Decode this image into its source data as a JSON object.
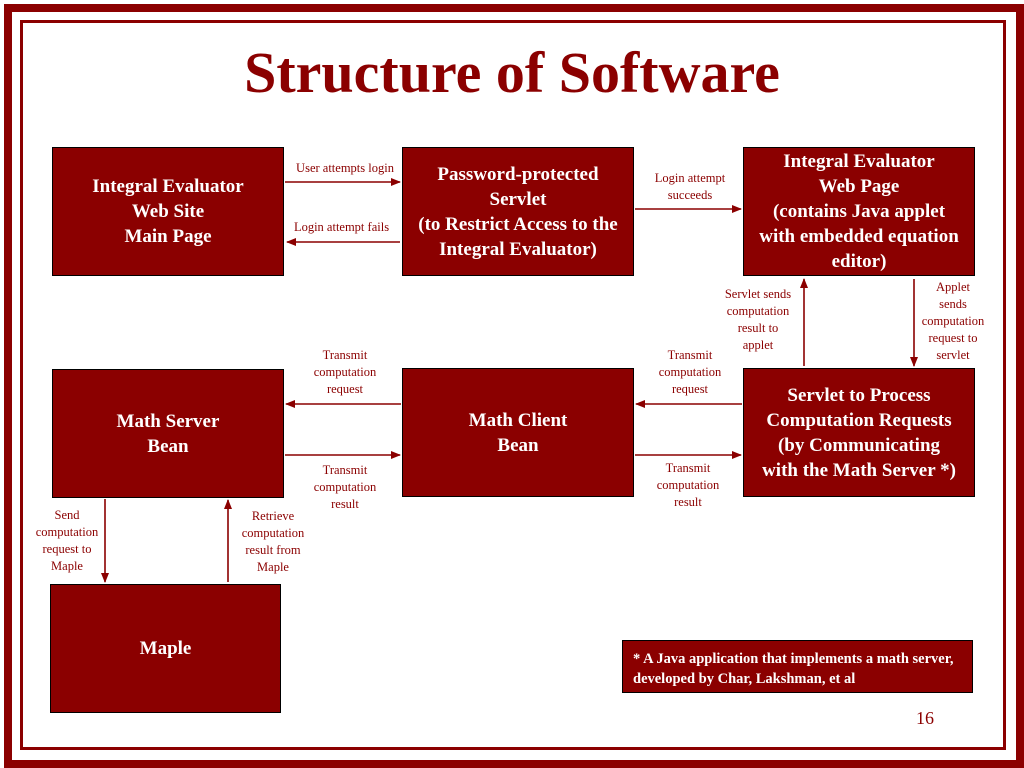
{
  "slide": {
    "title": "Structure of Software",
    "page_number": "16"
  },
  "boxes": {
    "main_page": "Integral Evaluator\nWeb Site\nMain Page",
    "password_servlet": "Password-protected\nServlet\n(to Restrict Access to the\nIntegral Evaluator)",
    "web_page": "Integral Evaluator\nWeb Page\n(contains Java applet\nwith embedded equation\neditor)",
    "math_server_bean": "Math Server\nBean",
    "math_client_bean": "Math Client\nBean",
    "process_servlet": "Servlet to Process\nComputation Requests\n(by Communicating\nwith the Math Server *)",
    "maple": "Maple"
  },
  "labels": {
    "login_attempt": "User attempts login",
    "login_fails": "Login attempt fails",
    "login_succeeds": "Login attempt\nsucceeds",
    "servlet_sends_result": "Servlet sends\ncomputation\nresult to\napplet",
    "applet_sends_request": "Applet\nsends\ncomputation\nrequest to\nservlet",
    "transmit_request_left": "Transmit\ncomputation\nrequest",
    "transmit_request_right": "Transmit\ncomputation\nrequest",
    "transmit_result_left": "Transmit\ncomputation\nresult",
    "transmit_result_right": "Transmit\ncomputation\nresult",
    "send_to_maple": "Send\ncomputation\nrequest to\nMaple",
    "retrieve_from_maple": "Retrieve\ncomputation\nresult from\nMaple"
  },
  "footnote": "* A Java application that implements a math server, developed by Char, Lakshman, et al",
  "colors": {
    "primary": "#8b0000",
    "background": "#ffffff",
    "box_text": "#ffffff"
  }
}
